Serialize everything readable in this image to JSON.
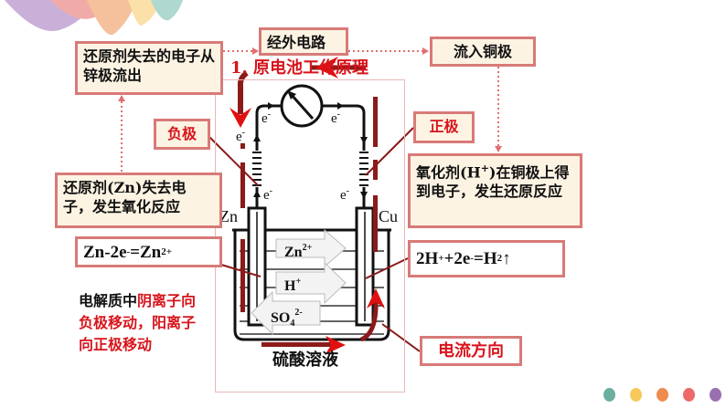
{
  "title": "1. 原电池工作原理",
  "boxes": {
    "external_circuit": "经外电路",
    "electrons_from_zinc": "还原剂失去的电子从锌极流出",
    "flow_into_copper": "流入铜极",
    "negative_electrode": "负极",
    "positive_electrode": "正极",
    "zn_oxidation": "还原剂(Zn)失去电子，发生氧化反应",
    "h_reduction_a": "氧化剂(H",
    "h_reduction_sup": "+",
    "h_reduction_b": ")在铜极上得到电子，发生还原反应",
    "current_direction": "电流方向"
  },
  "equations": {
    "anode": {
      "a": "Zn-2e",
      "sup1": "-",
      "b": "=Zn",
      "sup2": "2+"
    },
    "cathode": {
      "a": "2H",
      "sup1": "+",
      "b": " +2e",
      "sup2": "-",
      "c": "=H",
      "sub": "2",
      "d": "↑"
    }
  },
  "note": {
    "black": "电解质中",
    "red": "阴离子向负极移动，阳离子向正极移动"
  },
  "diagram": {
    "electron": "e",
    "electron_sup": "-",
    "zn": "Zn",
    "cu": "Cu",
    "zn_ion": "Zn",
    "zn_ion_sup": "2+",
    "h_ion": "H",
    "h_ion_sup": "+",
    "so4": "SO",
    "so4_sub": "4",
    "so4_sup": "2-",
    "solution": "硫酸溶液"
  },
  "colors": {
    "box_border": "#d87a78",
    "box_fill": "#fdf3e3",
    "accent_red": "#d8141c",
    "dark_red": "#8b1a1a",
    "dots": [
      "#6aaea0",
      "#f7c85a",
      "#ee8c4f",
      "#ec6a6a",
      "#9a6fb0"
    ]
  }
}
